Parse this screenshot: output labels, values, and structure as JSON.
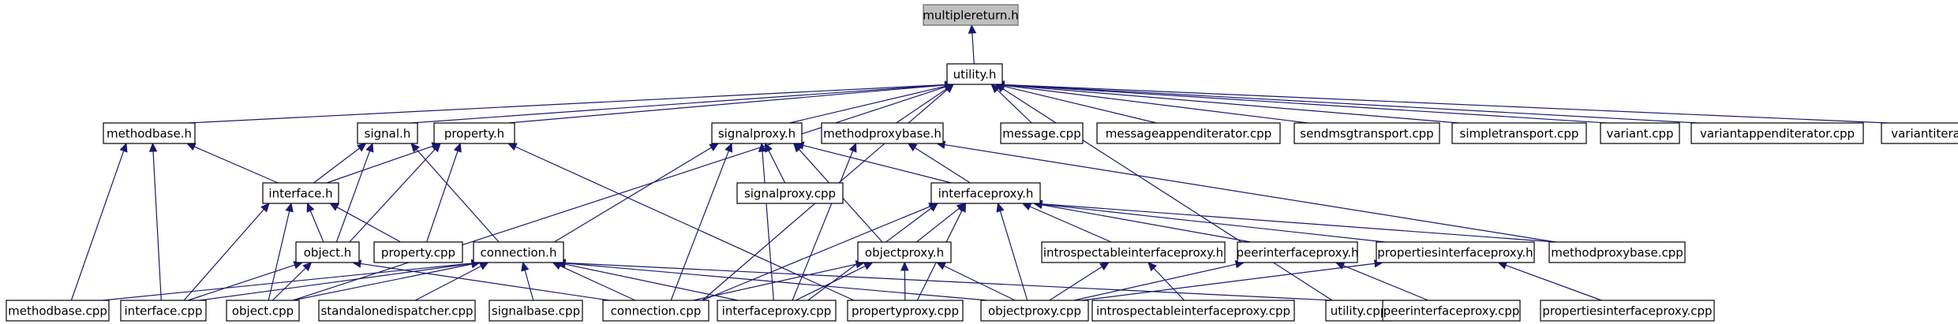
{
  "graph": {
    "edge_color": "#191970",
    "root_fill": "#bfbfbf",
    "nodes": [
      {
        "id": "multiplereturn_h",
        "label": "multiplereturn.h",
        "root": true
      },
      {
        "id": "utility_h",
        "label": "utility.h"
      },
      {
        "id": "methodbase_h",
        "label": "methodbase.h"
      },
      {
        "id": "signal_h",
        "label": "signal.h"
      },
      {
        "id": "property_h",
        "label": "property.h"
      },
      {
        "id": "signalproxy_h",
        "label": "signalproxy.h"
      },
      {
        "id": "methodproxybase_h",
        "label": "methodproxybase.h"
      },
      {
        "id": "message_cpp",
        "label": "message.cpp"
      },
      {
        "id": "messageappenditerator_cpp",
        "label": "messageappenditerator.cpp"
      },
      {
        "id": "sendmsgtransport_cpp",
        "label": "sendmsgtransport.cpp"
      },
      {
        "id": "simpletransport_cpp",
        "label": "simpletransport.cpp"
      },
      {
        "id": "variant_cpp",
        "label": "variant.cpp"
      },
      {
        "id": "variantappenditerator_cpp",
        "label": "variantappenditerator.cpp"
      },
      {
        "id": "variantiterator_cpp",
        "label": "variantiterator.cpp"
      },
      {
        "id": "interface_h",
        "label": "interface.h"
      },
      {
        "id": "signalproxy_cpp",
        "label": "signalproxy.cpp"
      },
      {
        "id": "interfaceproxy_h",
        "label": "interfaceproxy.h"
      },
      {
        "id": "object_h",
        "label": "object.h"
      },
      {
        "id": "property_cpp",
        "label": "property.cpp"
      },
      {
        "id": "connection_h",
        "label": "connection.h"
      },
      {
        "id": "objectproxy_h",
        "label": "objectproxy.h"
      },
      {
        "id": "introspectableinterfaceproxy_h",
        "label": "introspectableinterfaceproxy.h"
      },
      {
        "id": "peerinterfaceproxy_h",
        "label": "peerinterfaceproxy.h"
      },
      {
        "id": "propertiesinterfaceproxy_h",
        "label": "propertiesinterfaceproxy.h"
      },
      {
        "id": "methodproxybase_cpp",
        "label": "methodproxybase.cpp"
      },
      {
        "id": "methodbase_cpp",
        "label": "methodbase.cpp"
      },
      {
        "id": "interface_cpp",
        "label": "interface.cpp"
      },
      {
        "id": "object_cpp",
        "label": "object.cpp"
      },
      {
        "id": "standalonedispatcher_cpp",
        "label": "standalonedispatcher.cpp"
      },
      {
        "id": "signalbase_cpp",
        "label": "signalbase.cpp"
      },
      {
        "id": "connection_cpp",
        "label": "connection.cpp"
      },
      {
        "id": "interfaceproxy_cpp",
        "label": "interfaceproxy.cpp"
      },
      {
        "id": "propertyproxy_cpp",
        "label": "propertyproxy.cpp"
      },
      {
        "id": "objectproxy_cpp",
        "label": "objectproxy.cpp"
      },
      {
        "id": "introspectableinterfaceproxy_cpp",
        "label": "introspectableinterfaceproxy.cpp"
      },
      {
        "id": "utility_cpp",
        "label": "utility.cpp"
      },
      {
        "id": "peerinterfaceproxy_cpp",
        "label": "peerinterfaceproxy.cpp"
      },
      {
        "id": "propertiesinterfaceproxy_cpp",
        "label": "propertiesinterfaceproxy.cpp"
      }
    ],
    "edges": [
      [
        "utility_h",
        "multiplereturn_h"
      ],
      [
        "methodbase_h",
        "utility_h"
      ],
      [
        "signal_h",
        "utility_h"
      ],
      [
        "property_h",
        "utility_h"
      ],
      [
        "signalproxy_h",
        "utility_h"
      ],
      [
        "methodproxybase_h",
        "utility_h"
      ],
      [
        "message_cpp",
        "utility_h"
      ],
      [
        "messageappenditerator_cpp",
        "utility_h"
      ],
      [
        "sendmsgtransport_cpp",
        "utility_h"
      ],
      [
        "simpletransport_cpp",
        "utility_h"
      ],
      [
        "variant_cpp",
        "utility_h"
      ],
      [
        "variantappenditerator_cpp",
        "utility_h"
      ],
      [
        "variantiterator_cpp",
        "utility_h"
      ],
      [
        "object_cpp",
        "utility_h"
      ],
      [
        "connection_cpp",
        "utility_h"
      ],
      [
        "utility_cpp",
        "utility_h"
      ],
      [
        "interface_h",
        "methodbase_h"
      ],
      [
        "methodbase_cpp",
        "methodbase_h"
      ],
      [
        "interface_cpp",
        "methodbase_h"
      ],
      [
        "interface_h",
        "signal_h"
      ],
      [
        "object_h",
        "signal_h"
      ],
      [
        "connection_h",
        "signal_h"
      ],
      [
        "interface_h",
        "property_h"
      ],
      [
        "object_h",
        "property_h"
      ],
      [
        "property_cpp",
        "property_h"
      ],
      [
        "propertyproxy_cpp",
        "property_h"
      ],
      [
        "signalproxy_cpp",
        "signalproxy_h"
      ],
      [
        "interfaceproxy_h",
        "signalproxy_h"
      ],
      [
        "connection_h",
        "signalproxy_h"
      ],
      [
        "objectproxy_h",
        "signalproxy_h"
      ],
      [
        "connection_cpp",
        "signalproxy_h"
      ],
      [
        "interfaceproxy_cpp",
        "signalproxy_h"
      ],
      [
        "interfaceproxy_h",
        "methodproxybase_h"
      ],
      [
        "methodproxybase_cpp",
        "methodproxybase_h"
      ],
      [
        "interfaceproxy_cpp",
        "methodproxybase_h"
      ],
      [
        "object_h",
        "interface_h"
      ],
      [
        "property_cpp",
        "interface_h"
      ],
      [
        "interface_cpp",
        "interface_h"
      ],
      [
        "object_cpp",
        "interface_h"
      ],
      [
        "objectproxy_h",
        "interfaceproxy_h"
      ],
      [
        "introspectableinterfaceproxy_h",
        "interfaceproxy_h"
      ],
      [
        "peerinterfaceproxy_h",
        "interfaceproxy_h"
      ],
      [
        "propertiesinterfaceproxy_h",
        "interfaceproxy_h"
      ],
      [
        "methodproxybase_cpp",
        "interfaceproxy_h"
      ],
      [
        "connection_cpp",
        "interfaceproxy_h"
      ],
      [
        "interfaceproxy_cpp",
        "interfaceproxy_h"
      ],
      [
        "propertyproxy_cpp",
        "interfaceproxy_h"
      ],
      [
        "objectproxy_cpp",
        "interfaceproxy_h"
      ],
      [
        "interface_cpp",
        "object_h"
      ],
      [
        "object_cpp",
        "object_h"
      ],
      [
        "connection_cpp",
        "object_h"
      ],
      [
        "methodbase_cpp",
        "connection_h"
      ],
      [
        "interface_cpp",
        "connection_h"
      ],
      [
        "object_cpp",
        "connection_h"
      ],
      [
        "standalonedispatcher_cpp",
        "connection_h"
      ],
      [
        "signalbase_cpp",
        "connection_h"
      ],
      [
        "connection_cpp",
        "connection_h"
      ],
      [
        "interfaceproxy_cpp",
        "connection_h"
      ],
      [
        "objectproxy_cpp",
        "connection_h"
      ],
      [
        "utility_cpp",
        "connection_h"
      ],
      [
        "connection_cpp",
        "objectproxy_h"
      ],
      [
        "interfaceproxy_cpp",
        "objectproxy_h"
      ],
      [
        "propertyproxy_cpp",
        "objectproxy_h"
      ],
      [
        "objectproxy_cpp",
        "objectproxy_h"
      ],
      [
        "objectproxy_cpp",
        "introspectableinterfaceproxy_h"
      ],
      [
        "introspectableinterfaceproxy_cpp",
        "introspectableinterfaceproxy_h"
      ],
      [
        "objectproxy_cpp",
        "peerinterfaceproxy_h"
      ],
      [
        "peerinterfaceproxy_cpp",
        "peerinterfaceproxy_h"
      ],
      [
        "objectproxy_cpp",
        "propertiesinterfaceproxy_h"
      ],
      [
        "propertiesinterfaceproxy_cpp",
        "propertiesinterfaceproxy_h"
      ]
    ]
  }
}
